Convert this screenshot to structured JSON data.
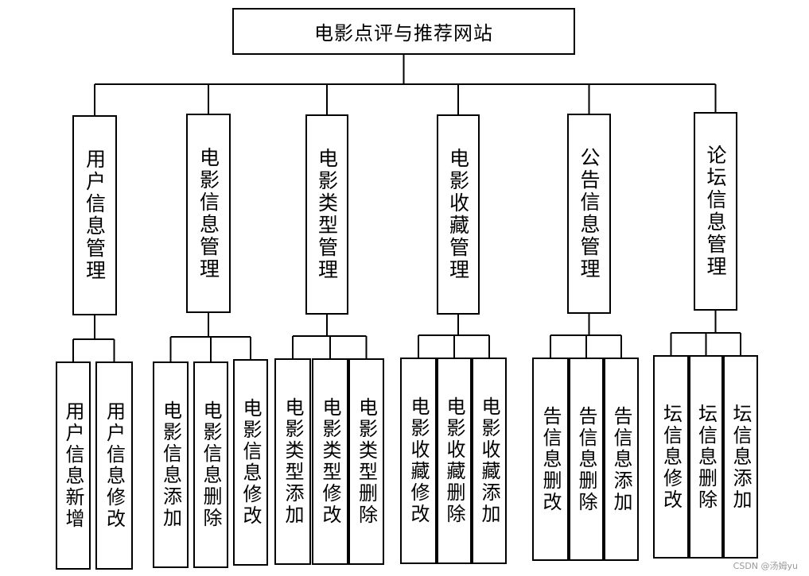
{
  "root": {
    "label": "电影点评与推荐网站"
  },
  "categories": [
    {
      "label": "用户信息管理",
      "children": [
        "用户信息新增",
        "用户信息修改"
      ]
    },
    {
      "label": "电影信息管理",
      "children": [
        "电影信息添加",
        "电影信息删除",
        "电影信息修改"
      ]
    },
    {
      "label": "电影类型管理",
      "children": [
        "电影类型添加",
        "电影类型修改",
        "电影类型删除"
      ]
    },
    {
      "label": "电影收藏管理",
      "children": [
        "电影收藏修改",
        "电影收藏删除",
        "电影收藏添加"
      ]
    },
    {
      "label": "公告信息管理",
      "children": [
        "告信息删改",
        "告信息删除",
        "告信息添加"
      ]
    },
    {
      "label": "论坛信息管理",
      "children": [
        "坛信息修改",
        "坛信息删除",
        "坛信息添加"
      ]
    }
  ],
  "watermark": "CSDN @汤姆yu",
  "colors": {
    "line": "#000000",
    "box_border": "#000000",
    "watermark": "#9a9a9a"
  }
}
